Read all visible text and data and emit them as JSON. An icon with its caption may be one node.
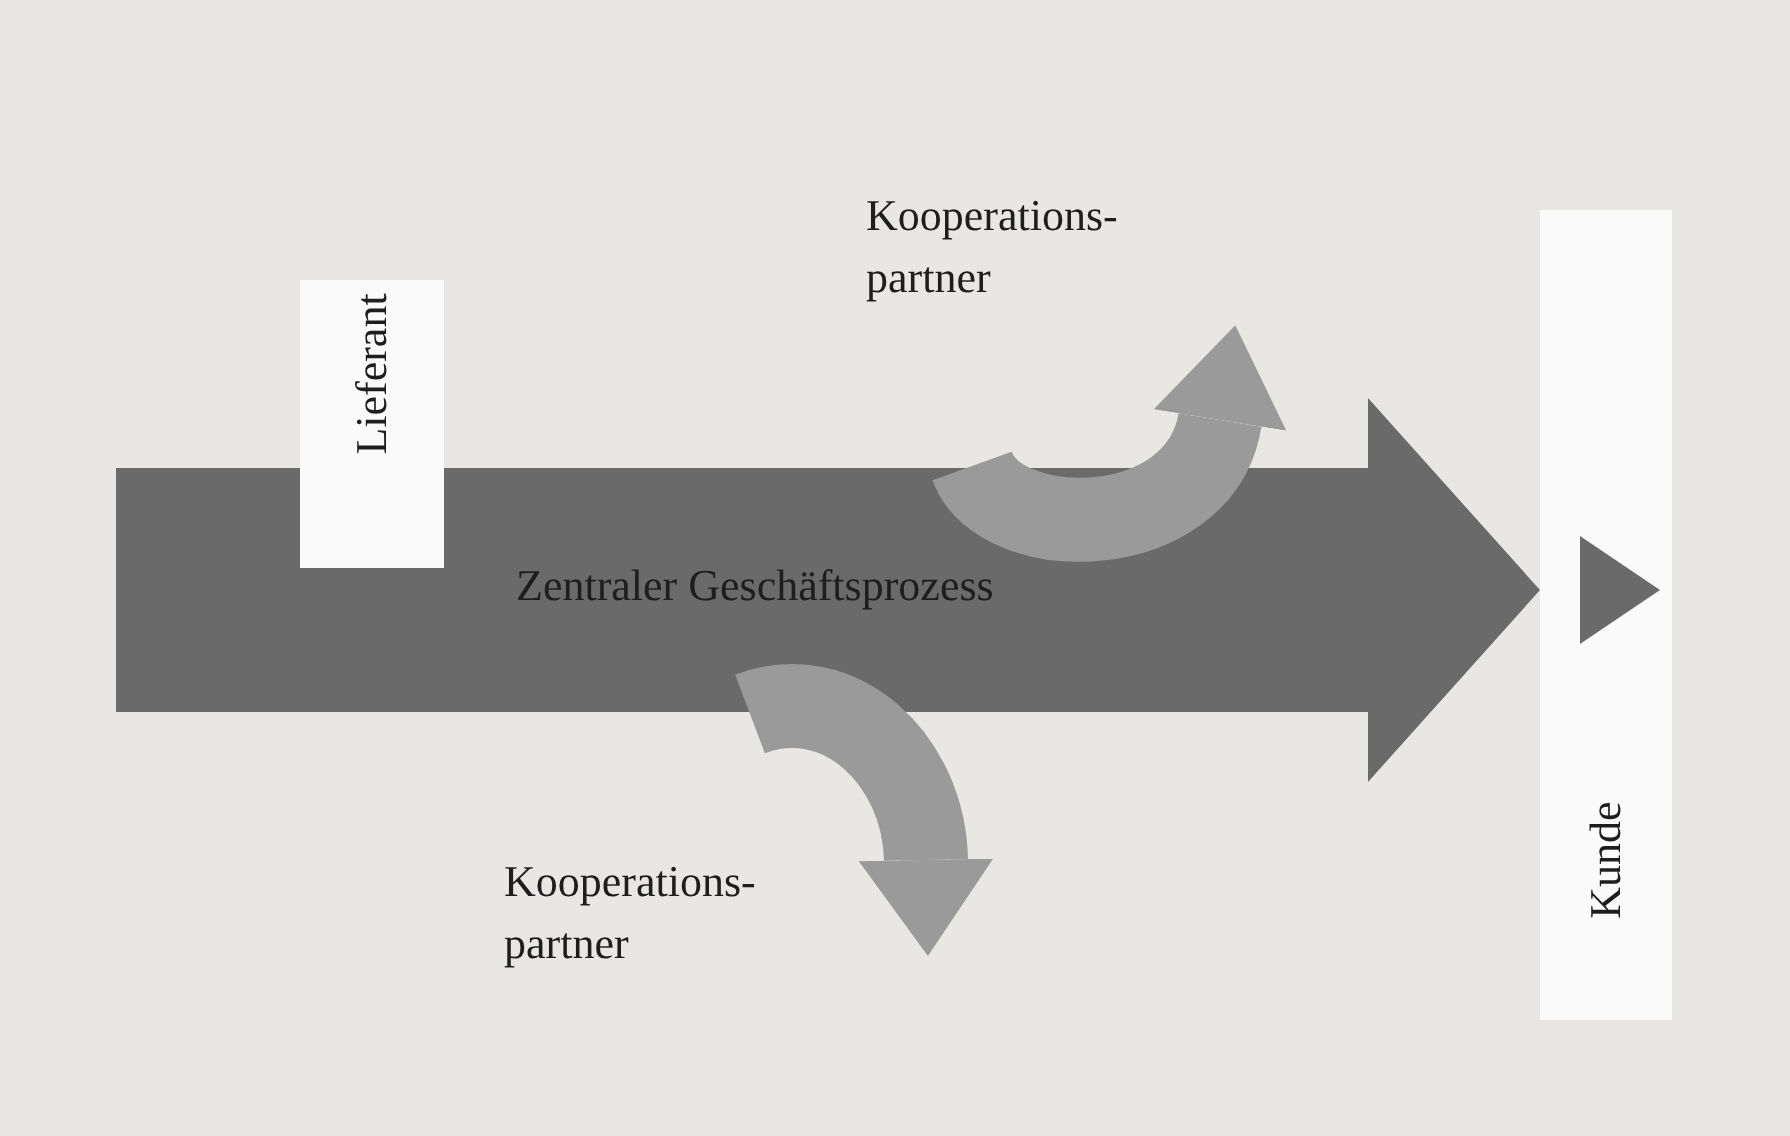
{
  "diagram": {
    "nodes": [
      {
        "text": [
          "Lieferant"
        ]
      },
      {
        "text": [
          "Kunde"
        ]
      },
      {
        "text": [
          "Kooperations- partner"
        ]
      },
      {
        "text": [
          "Kooperations- partner"
        ]
      }
    ],
    "edges": [
      {
        "from": 0,
        "to": 1,
        "arrow": "to",
        "label": "Zentraler Geschäftsprozess",
        "style": "thick"
      },
      {
        "from": null,
        "to": 2,
        "arrow": "to",
        "color": "#9a9a9a"
      },
      {
        "from": null,
        "to": 3,
        "arrow": "to",
        "color": "#9a9a9a"
      }
    ]
  }
}
